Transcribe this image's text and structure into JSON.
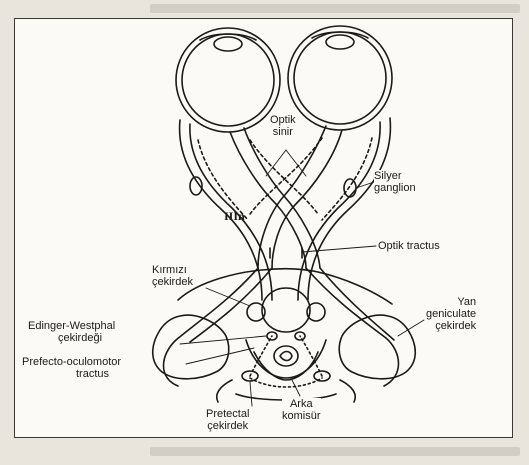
{
  "labels": {
    "optik_sinir_1": "Optik",
    "optik_sinir_2": "sinir",
    "silyer_1": "Silyer",
    "silyer_2": "ganglion",
    "n3": "IIIn",
    "optik_tractus": "Optik tractus",
    "kirmizi_1": "Kırmızı",
    "kirmizi_2": "çekirdek",
    "edinger_1": "Edinger-Westphal",
    "edinger_2": "çekirdeği",
    "pretecto_1": "Prefecto-oculomotor",
    "pretecto_2": "tractus",
    "yan_1": "Yan",
    "yan_2": "geniculate",
    "yan_3": "çekirdek",
    "arka_1": "Arka",
    "arka_2": "komisür",
    "pretectal_1": "Pretectal",
    "pretectal_2": "çekirdek"
  },
  "colors": {
    "ink": "#1b1a18",
    "panel": "#fbfaf6",
    "page": "#e9e5dc"
  }
}
